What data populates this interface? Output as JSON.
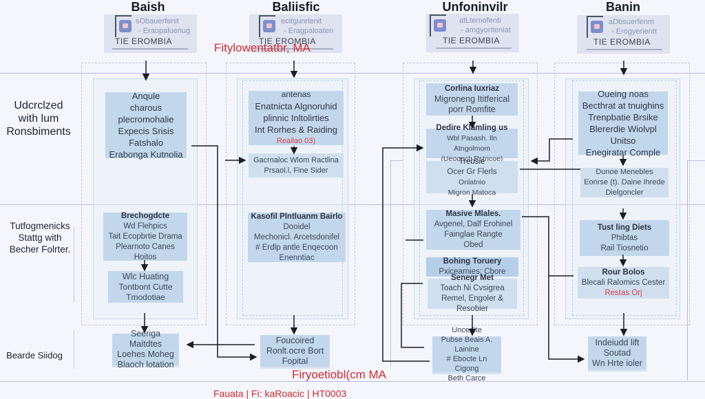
{
  "columns": [
    {
      "title": "Baish",
      "logo": {
        "line1": "sObauerfenit",
        "line2": "- Eraopaluenug",
        "brand": "TIE EROMBIA"
      }
    },
    {
      "title": "Baliisfic",
      "logo": {
        "line1": "ecitgunrlenit",
        "line2": "- Eragpaloaten",
        "brand": "TIE EROMBIA"
      }
    },
    {
      "title": "Unfoninvilr",
      "logo": {
        "line1": "atLtemofenti",
        "line2": "- amgyoriteniat",
        "brand": "TIE EROMBIA"
      }
    },
    {
      "title": "Banin",
      "logo": {
        "line1": "aDbsuerfenm",
        "line2": "- Erogyerientt",
        "brand": "TIE EROMBIA"
      }
    }
  ],
  "annotations": {
    "top_red": "Fitylowentatbr, MA",
    "bottom_red": "Firyoetiobl(cm MA"
  },
  "rows": [
    {
      "label": "Udcrclzed with lum Ronsbiments"
    },
    {
      "label": "Tutfogmenicks Stattg with Becher Folrter."
    },
    {
      "label": "Bearde Siidog"
    }
  ],
  "nodes": {
    "c1_r1": {
      "lines": [
        "Anqule",
        "charous",
        "plecromohalie",
        "Expecis Srisis",
        "Fatshalo",
        "Erabonga Kutnolia"
      ]
    },
    "c2_r1a": {
      "lines": [
        "antenas",
        "Enatnicta Algnoruhid",
        "plinnic Inltolirties",
        "Int Rorhes & Raiding"
      ],
      "red": "Reailao 03)"
    },
    "c2_r1b": {
      "lines": [
        "Gacrnaloc Wlom Ractlina",
        "Prsaol.l, Fine Sider"
      ]
    },
    "c3_r1a": {
      "title": "Corlina Iuxriaz",
      "lines": [
        "Migroneng Ititferical",
        "porr Romfite"
      ]
    },
    "c3_r1b": {
      "title": "Dedire Klamling us",
      "lines": [
        "Wbl Pasash. Iln Atngolmom",
        "(Ueoqucl: Rstricoe)"
      ]
    },
    "c3_r1c": {
      "title": "Trebsie",
      "lines": [
        "Ocer Gr Flerls",
        "Onlatnio",
        "Migron Matoca"
      ]
    },
    "c4_r1a": {
      "lines": [
        "Oueing noas",
        "Becthrat at tnuighins",
        "Trenpbatie Brsike",
        "Blererdie Wiolvpl",
        "Unitso",
        "Enegiratar Comple"
      ]
    },
    "c4_r1b": {
      "lines": [
        "Dunoe Menebles",
        "Eonrse (t). Daine Ihrede",
        "Dielgoncler"
      ]
    },
    "c1_r2a": {
      "title": "Brechogdcte",
      "lines": [
        "Wd Flehpics",
        "Tait Ecopbrtie Drama",
        "Plearnoto Canes",
        "Hoitos"
      ]
    },
    "c1_r2b": {
      "title": "Wlc Huating",
      "lines": [
        "Tontbont Cutte",
        "Tmodotiae"
      ]
    },
    "c2_r2": {
      "title": "Kasofil Plntluanm Bairlo",
      "lines": [
        "Dooidel",
        "Mechonicl. Arcetsdonifel",
        "# Erdlp antle Enqecoon",
        "Enenntiac"
      ]
    },
    "c3_r2a": {
      "title": "Masive Mlales.",
      "lines": [
        "Avgenel, Dalf Erohinel",
        "Fainglae Rangte",
        "Obed"
      ]
    },
    "c3_r2b": {
      "title": "Bohing Toruery",
      "lines": [
        "Pxicearnies; Cbore"
      ]
    },
    "c3_r2c": {
      "title": "Senegr Met",
      "lines": [
        "Toach Ni Cvsigrea",
        "Remel, Engoler & Resobier"
      ]
    },
    "c4_r2a": {
      "title": "Tust ling Diets",
      "lines": [
        "Phibtas",
        "Rail Tiosnetio"
      ]
    },
    "c4_r2b": {
      "title": "Rour Bolos",
      "lines": [
        "Blecali Ralomics Cester"
      ],
      "red": "Restas Orj"
    },
    "c1_r3": {
      "lines": [
        "Seeriga Maitdtes",
        "Loehes Moheg",
        "Blaoch lotation"
      ]
    },
    "c2_r3": {
      "lines": [
        "Foucoired",
        "Ronlt.ocre Bort",
        "Fopital"
      ]
    },
    "c3_r3": {
      "title": "Uncedite",
      "lines": [
        "Pubse Beais A. Lainine",
        "# Ebocte Ln Cigong",
        "Beth Carce"
      ]
    },
    "c4_r3": {
      "lines": [
        "Indeiudd lift",
        "Soutad",
        "Wn Hrte ioler"
      ]
    }
  },
  "footer": {
    "items": [
      "Fauata",
      "Fi: kaRoacic",
      "HT0003"
    ]
  },
  "colors": {
    "accent_red": "#d22a30",
    "node_fill": "#c3d7ec",
    "divider": "#bdb8e6"
  }
}
